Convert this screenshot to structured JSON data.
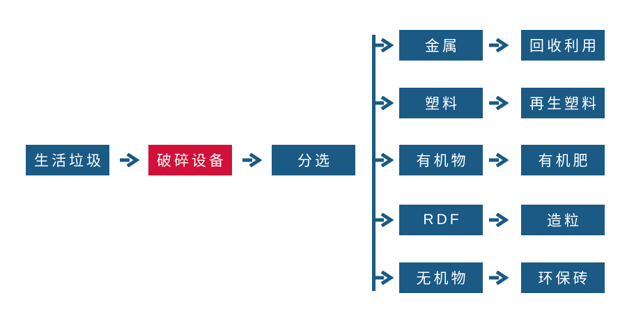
{
  "colors": {
    "primary_blue": "#1A5A84",
    "accent_red": "#D2113A",
    "text_white": "#FFFFFF"
  },
  "main_flow": {
    "nodes": [
      {
        "label": "生活垃圾",
        "variant": "blue"
      },
      {
        "label": "破碎设备",
        "variant": "red"
      },
      {
        "label": "分选",
        "variant": "blue"
      }
    ]
  },
  "branches": [
    {
      "source": "金属",
      "result": "回收利用"
    },
    {
      "source": "塑料",
      "result": "再生塑料"
    },
    {
      "source": "有机物",
      "result": "有机肥"
    },
    {
      "source": "RDF",
      "result": "造粒"
    },
    {
      "source": "无机物",
      "result": "环保砖"
    }
  ]
}
